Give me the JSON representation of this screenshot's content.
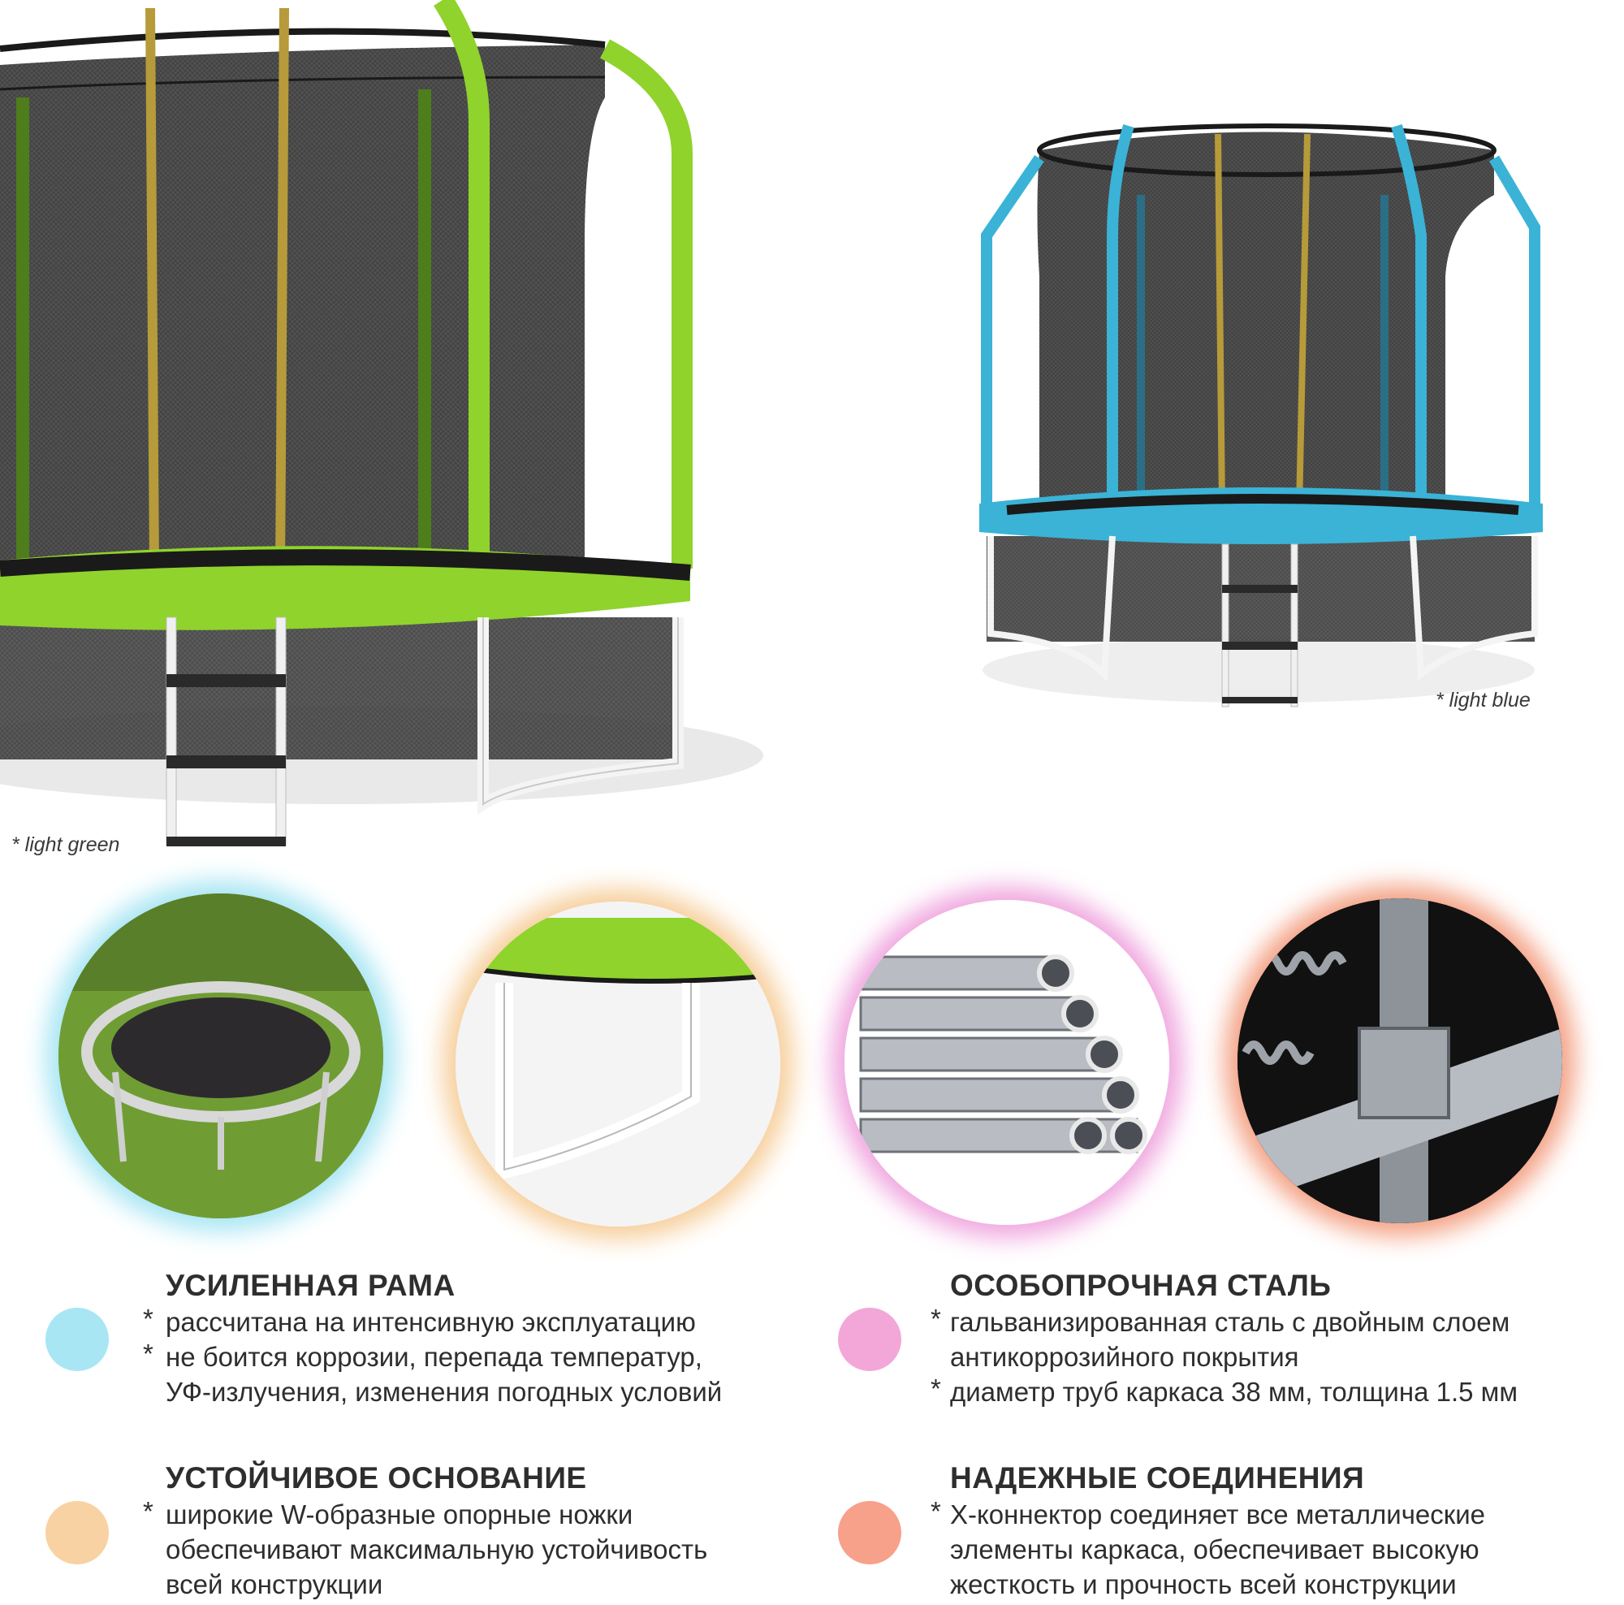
{
  "products": [
    {
      "caption": "* light green",
      "color": "#8fd32c"
    },
    {
      "caption": "* light blue",
      "color": "#3ab3d6"
    }
  ],
  "badges": [
    {
      "glow": "#a8e6f4",
      "icon": "trampoline-frame-photo"
    },
    {
      "glow": "#f7cf9c",
      "icon": "w-leg-icon"
    },
    {
      "glow": "#f0a6df",
      "icon": "steel-pipes-icon"
    },
    {
      "glow": "#f4a184",
      "icon": "x-connector-icon"
    }
  ],
  "features": [
    {
      "dot_color": "#a8e6f4",
      "title": "УСИЛЕННАЯ РАМА",
      "bullets": [
        {
          "lines": [
            "рассчитана на интенсивную эксплуатацию"
          ]
        },
        {
          "lines": [
            "не боится коррозии, перепада температур,",
            "УФ-излучения, изменения погодных условий"
          ]
        }
      ]
    },
    {
      "dot_color": "#f3a7d8",
      "title": "ОСОБОПРОЧНАЯ СТАЛЬ",
      "bullets": [
        {
          "lines": [
            "гальванизированная сталь с двойным слоем",
            "антикоррозийного покрытия"
          ]
        },
        {
          "lines": [
            "диаметр труб каркаса 38 мм, толщина 1.5 мм"
          ]
        }
      ]
    },
    {
      "dot_color": "#f8d2a3",
      "title": "УСТОЙЧИВОЕ ОСНОВАНИЕ",
      "bullets": [
        {
          "lines": [
            "широкие W-образные опорные ножки",
            "обеспечивают максимальную устойчивость",
            "всей конструкции"
          ]
        }
      ]
    },
    {
      "dot_color": "#f7a08a",
      "title": "НАДЕЖНЫЕ СОЕДИНЕНИЯ",
      "bullets": [
        {
          "lines": [
            "Х-коннектор соединяет все металлические",
            "элементы каркаса, обеспечивает высокую",
            "жесткость и прочность всей конструкции"
          ]
        }
      ]
    }
  ]
}
